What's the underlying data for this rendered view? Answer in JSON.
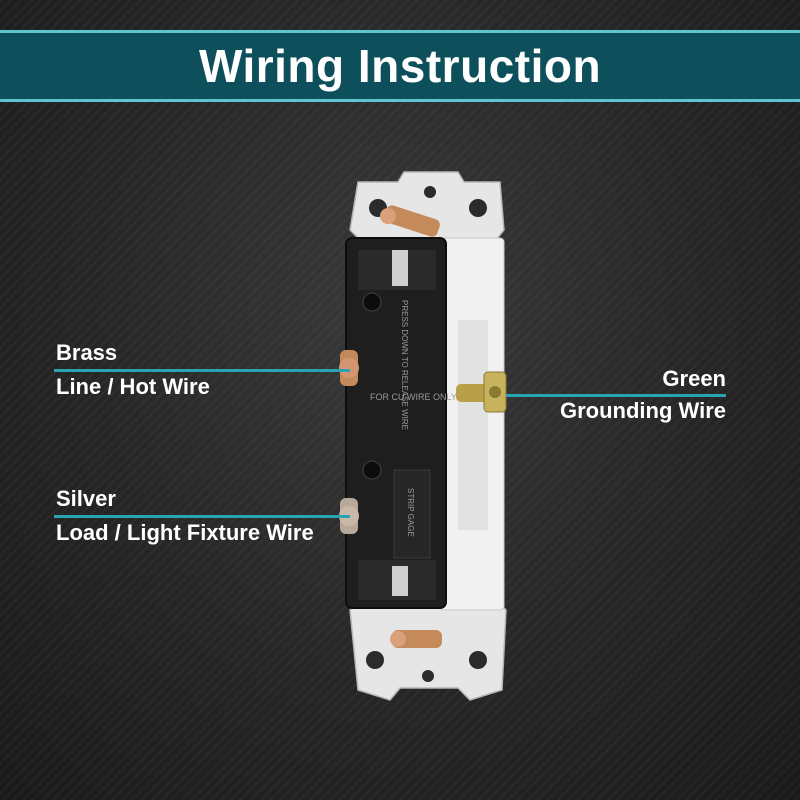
{
  "header": {
    "title": "Wiring Instruction"
  },
  "labels": {
    "brass": {
      "name": "Brass",
      "description": "Line / Hot Wire"
    },
    "silver": {
      "name": "Silver",
      "description": "Load / Light Fixture Wire"
    },
    "green": {
      "name": "Green",
      "description": "Grounding Wire"
    }
  },
  "switch_text": {
    "press_release": "PRESS DOWN TO RELEASE WIRE",
    "cu_wire": "FOR CU WIRE ONLY",
    "strip_gage": "STRIP GAGE"
  },
  "colors": {
    "banner_bg": "#0d4f5a",
    "banner_accent": "#5ec4cf",
    "callout_line": "#2aa4b3",
    "brass": "#c58a5a",
    "silver": "#b9a89a",
    "green_screw": "#b8a04a"
  }
}
